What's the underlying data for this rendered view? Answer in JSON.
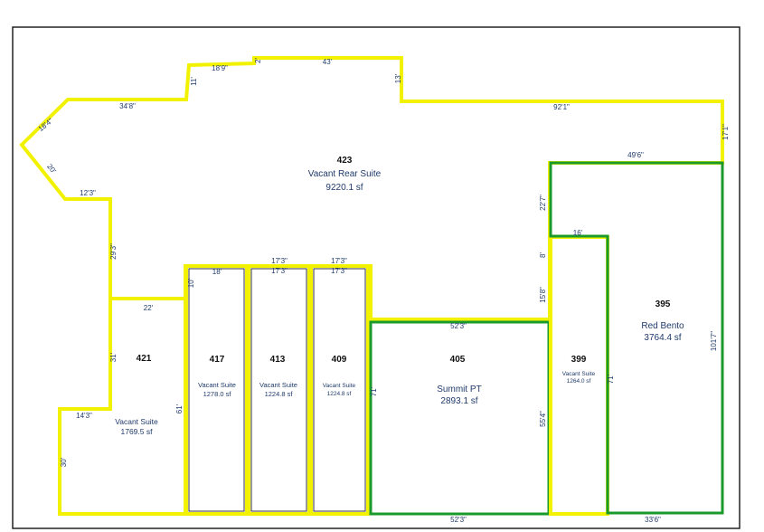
{
  "units": [
    {
      "id": "u423",
      "number": "423",
      "name": "Vacant Rear Suite",
      "area": "9220.1 sf",
      "status": "vacant"
    },
    {
      "id": "u421",
      "number": "421",
      "name": "Vacant Suite",
      "area": "1769.5 sf",
      "status": "vacant"
    },
    {
      "id": "u417",
      "number": "417",
      "name": "Vacant Suite",
      "area": "1278.0 sf",
      "status": "vacant"
    },
    {
      "id": "u413",
      "number": "413",
      "name": "Vacant Suite",
      "area": "1224.8 sf",
      "status": "vacant"
    },
    {
      "id": "u409",
      "number": "409",
      "name": "Vacant Suite",
      "area": "1224.8 sf",
      "status": "vacant"
    },
    {
      "id": "u405",
      "number": "405",
      "name": "Summit PT",
      "area": "2893.1 sf",
      "status": "leased"
    },
    {
      "id": "u399",
      "number": "399",
      "name": "Vacant Suite",
      "area": "1264.0 sf",
      "status": "vacant"
    },
    {
      "id": "u395",
      "number": "395",
      "name": "Red Bento",
      "area": "3764.4 sf",
      "status": "leased"
    }
  ],
  "dimensions": [
    "18'9\"",
    "2'",
    "43'",
    "11'",
    "13'",
    "34'8\"",
    "92'1\"",
    "18'4\"",
    "17'1\"",
    "20'",
    "49'6\"",
    "12'3\"",
    "22'7\"",
    "16'",
    "29'3\"",
    "17'3\"",
    "17'3\"",
    "17'3\"",
    "17'3\"",
    "18'",
    "10'",
    "8'",
    "15'8\"",
    "52'3\"",
    "22'",
    "31'",
    "61'",
    "71'",
    "55'4\"",
    "71'",
    "101'7\"",
    "14'3\"",
    "30'",
    "52'3\"",
    "33'6\""
  ],
  "colors": {
    "vacant": "#f2f200",
    "leased": "#1a9a2a",
    "label": "#1f3a6b",
    "number": "#111111"
  }
}
